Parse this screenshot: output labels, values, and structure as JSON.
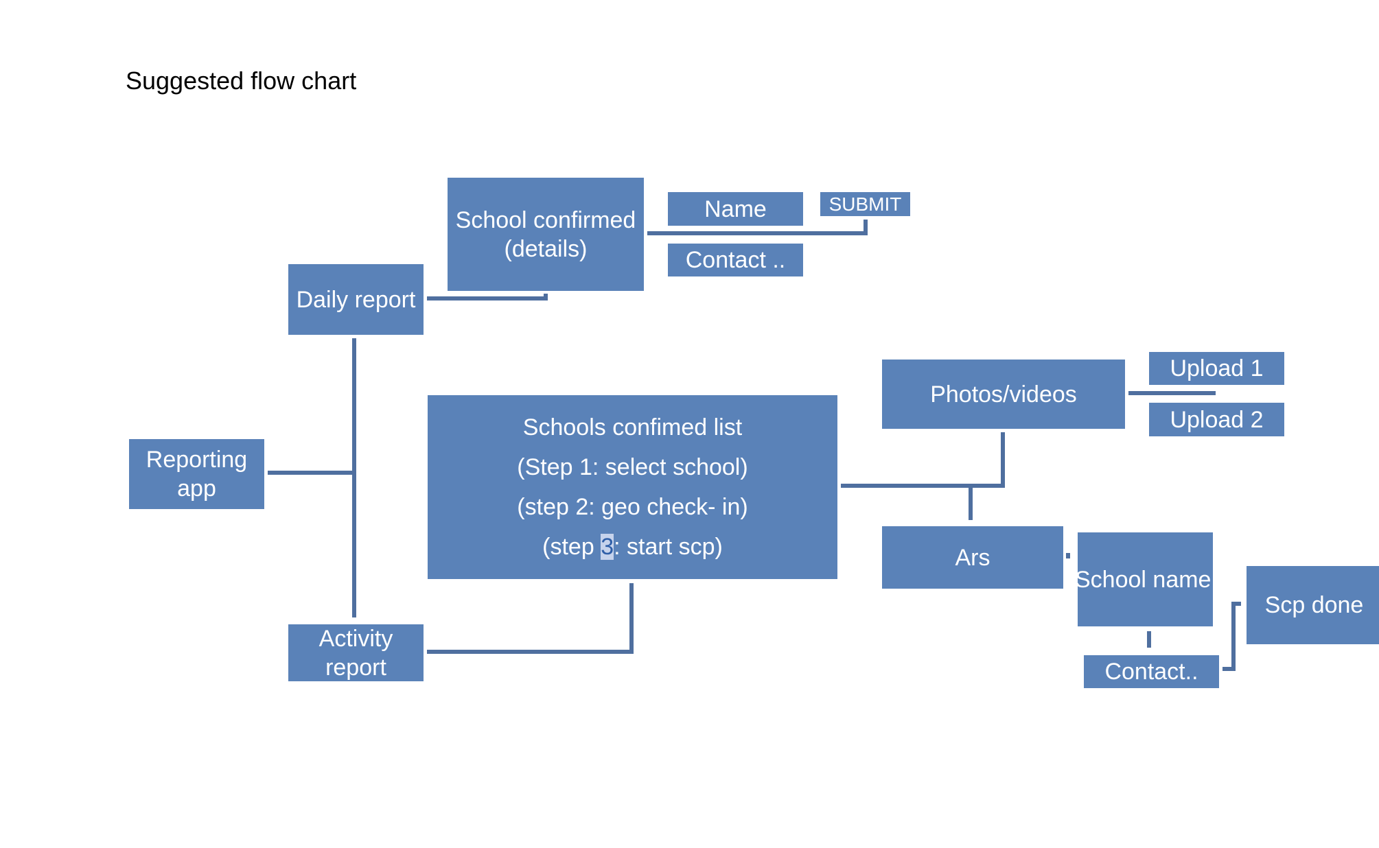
{
  "title": "Suggested flow chart",
  "nodes": {
    "reporting_app": "Reporting\napp",
    "daily_report": "Daily report",
    "activity_report": "Activity\nreport",
    "school_confirmed": "School confirmed\n(details)",
    "name": "Name",
    "submit": "SUBMIT",
    "contact_1": "Contact ..",
    "schools_list": {
      "line1": "Schools confimed list",
      "line2": "(Step 1: select school)",
      "line3": "(step 2: geo check- in)",
      "line4_pre": "(step ",
      "line4_highlight": "3",
      "line4_post": ": start scp)"
    },
    "photos_videos": "Photos/videos",
    "upload_1": "Upload 1",
    "upload_2": "Upload 2",
    "ars": "Ars",
    "school_name": "School name",
    "contact_2": "Contact..",
    "scp_done": "Scp done"
  },
  "colors": {
    "node_fill": "#5a82b8",
    "node_text": "#ffffff",
    "connector": "#4f6f9f",
    "highlight": "#c6d3ec"
  }
}
